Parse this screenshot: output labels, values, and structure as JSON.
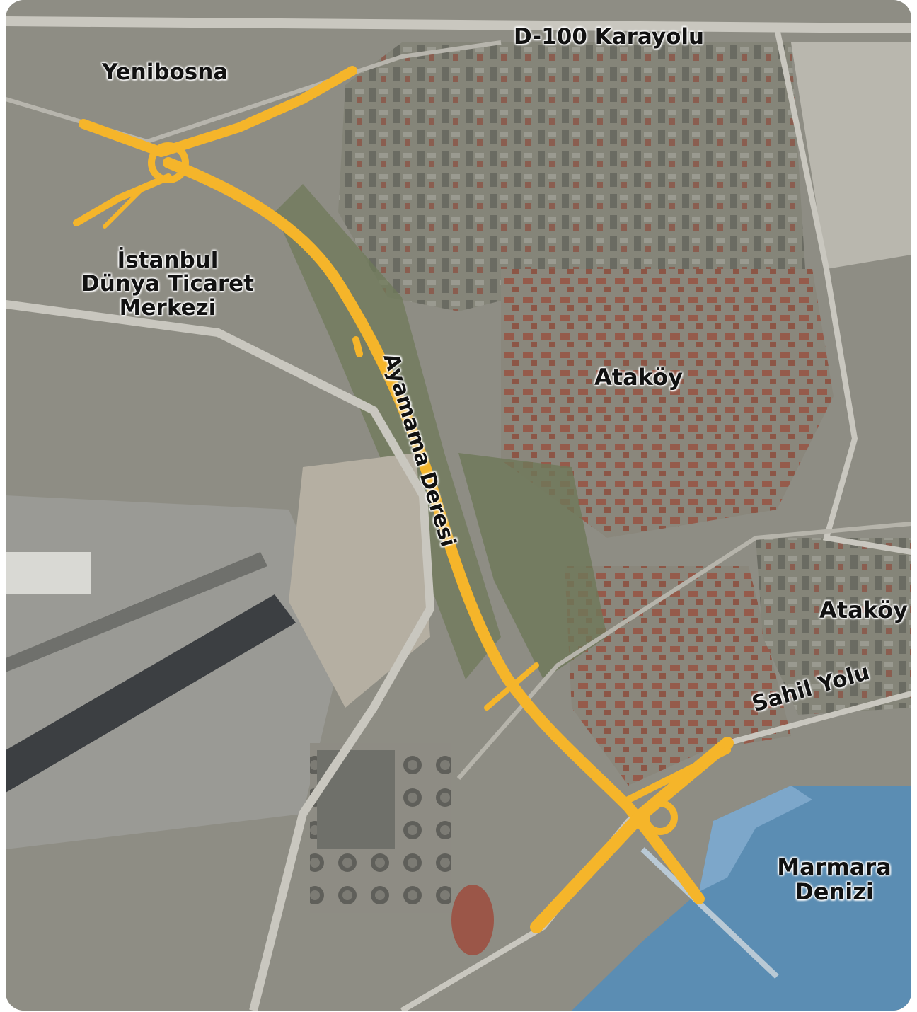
{
  "colors": {
    "route": "#f5b52a",
    "sea": "#5b8db3",
    "sea_light": "#86aed0",
    "urban": "#8b8a80",
    "roofs": "#8f5a4a",
    "green": "#6f7a5a",
    "runway": "#3c3f42",
    "road": "#c9c7bf"
  },
  "labels": {
    "d100": "D-100 Karayolu",
    "yenibosna": "Yenibosna",
    "wtc_line1": "İstanbul",
    "wtc_line2": "Dünya Ticaret",
    "wtc_line3": "Merkezi",
    "ayamama": "Ayamama Deresi",
    "atakoy1": "Ataköy",
    "atakoy2": "Ataköy",
    "sahil": "Sahil Yolu",
    "marmara_line1": "Marmara",
    "marmara_line2": "Denizi"
  }
}
